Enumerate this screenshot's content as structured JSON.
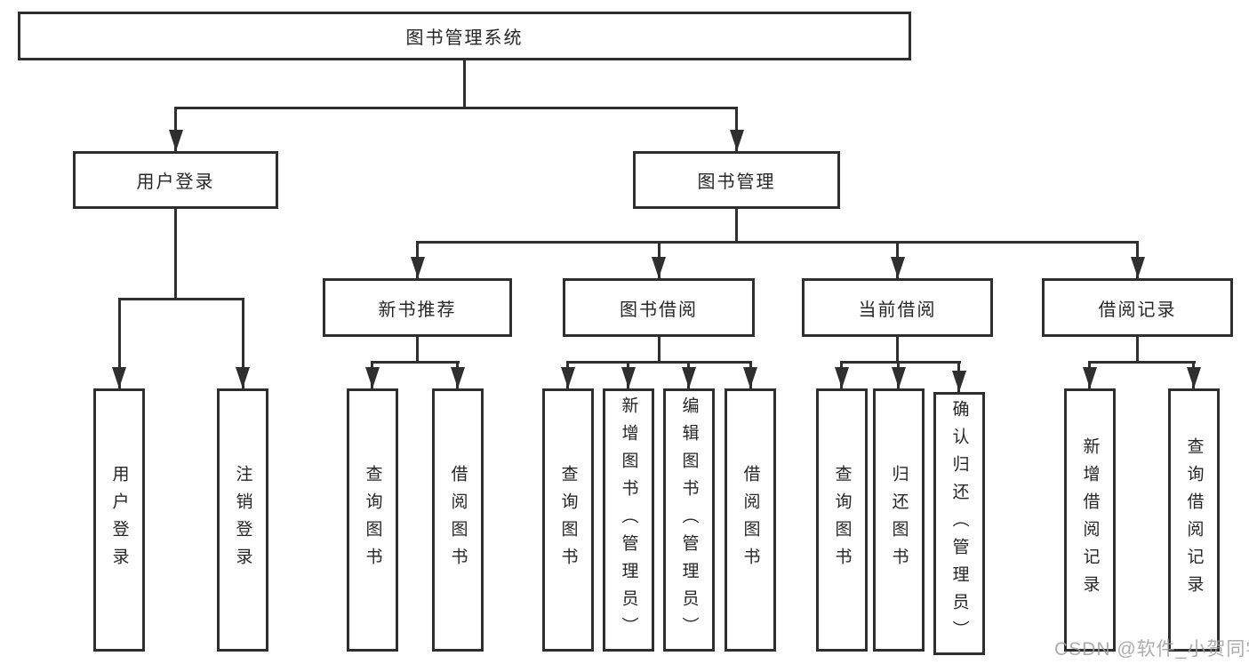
{
  "colors": {
    "line": "#2f2f2f",
    "text": "#262626",
    "background": "#ffffff",
    "watermark": "#9e9e9e"
  },
  "diagram": {
    "root": {
      "label": "图书管理系统"
    },
    "branches": [
      {
        "label": "用户登录",
        "children": [
          {
            "label": "用户登录"
          },
          {
            "label": "注销登录"
          }
        ]
      },
      {
        "label": "图书管理",
        "children": [
          {
            "label": "新书推荐",
            "children": [
              {
                "label": "查询图书"
              },
              {
                "label": "借阅图书"
              }
            ]
          },
          {
            "label": "图书借阅",
            "children": [
              {
                "label": "查询图书"
              },
              {
                "label": "新增图书（管理员）"
              },
              {
                "label": "编辑图书（管理员）"
              },
              {
                "label": "借阅图书"
              }
            ]
          },
          {
            "label": "当前借阅",
            "children": [
              {
                "label": "查询图书"
              },
              {
                "label": "归还图书"
              },
              {
                "label": "确认归还（管理员）"
              }
            ]
          },
          {
            "label": "借阅记录",
            "children": [
              {
                "label": "新增借阅记录"
              },
              {
                "label": "查询借阅记录"
              }
            ]
          }
        ]
      }
    ]
  },
  "watermark": {
    "text": "CSDN @软件_小贺同学"
  }
}
